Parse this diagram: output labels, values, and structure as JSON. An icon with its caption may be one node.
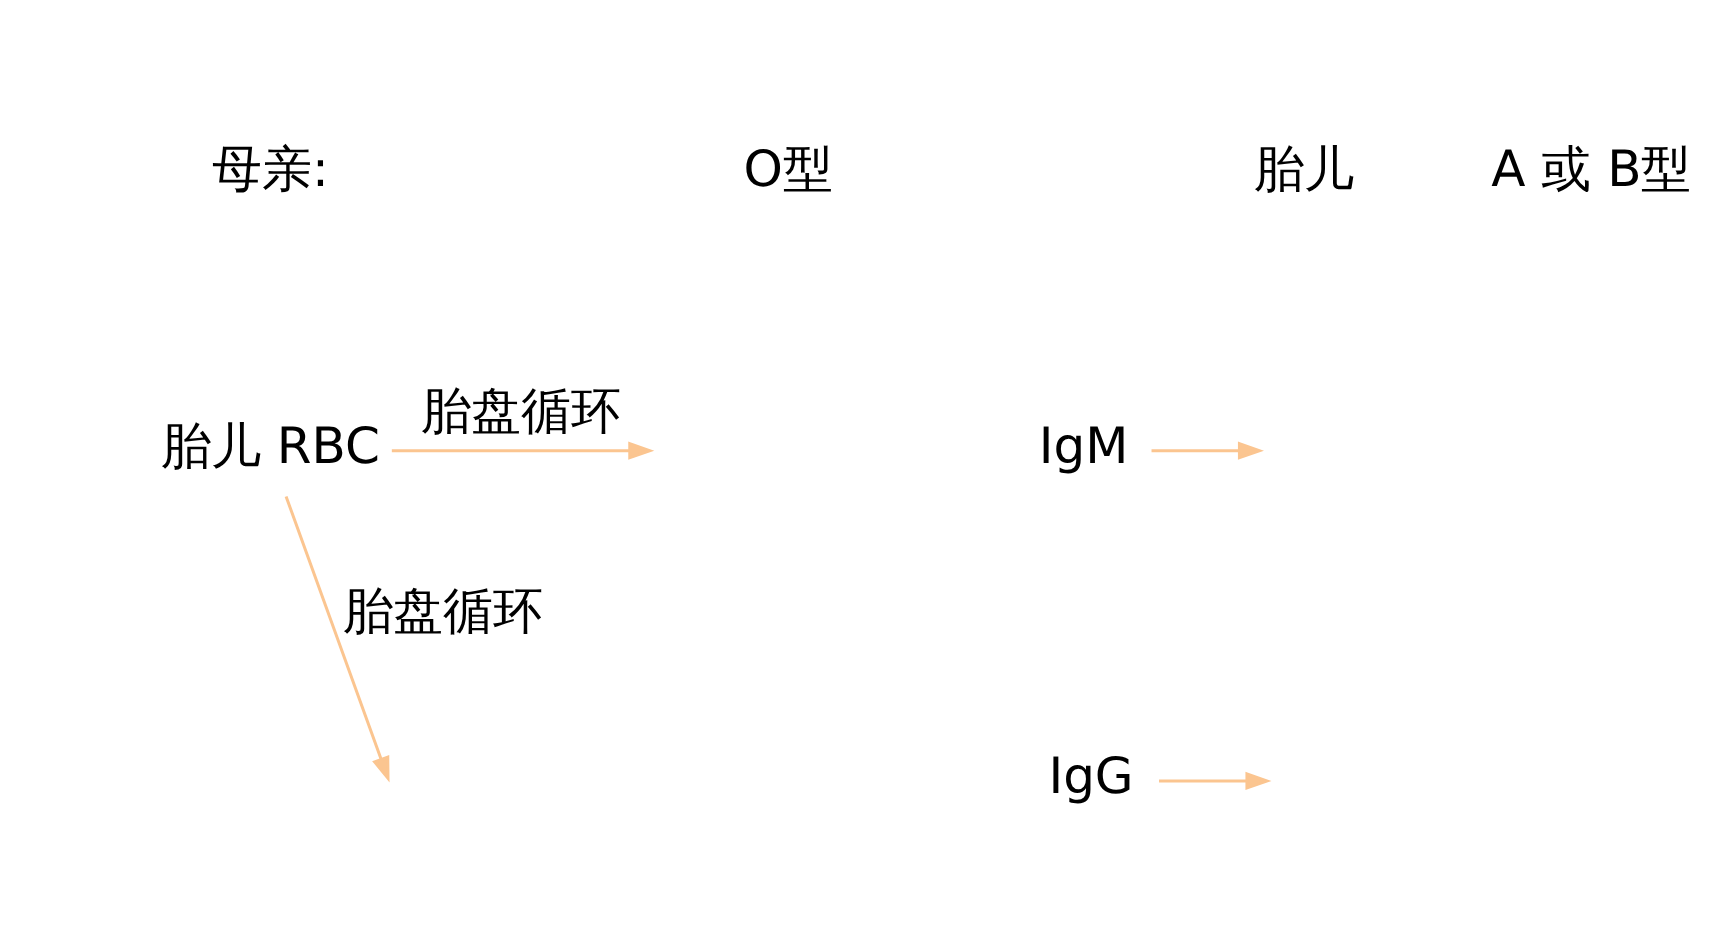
{
  "diagram": {
    "nodes": [
      {
        "text": [
          "胎儿 RBC"
        ]
      },
      {
        "text": [
          "IgM"
        ]
      },
      {
        "text": [
          "IgG"
        ]
      }
    ],
    "edges": [
      {
        "from": 0,
        "to": null,
        "arrow": "to",
        "label": "胎盘循环"
      },
      {
        "from": 0,
        "to": null,
        "arrow": "to",
        "label": "胎盘循环"
      },
      {
        "from": 1,
        "to": null,
        "arrow": "to"
      },
      {
        "from": 2,
        "to": null,
        "arrow": "to"
      }
    ],
    "labels": [
      "母亲:",
      "O型",
      "胎儿",
      "A 或 B型"
    ]
  }
}
